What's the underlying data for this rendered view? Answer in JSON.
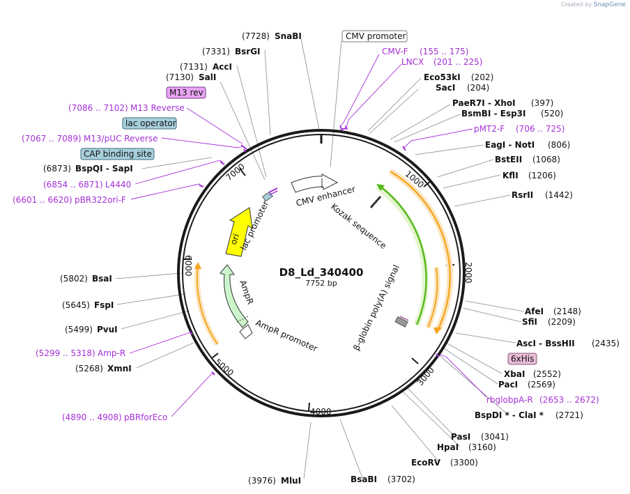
{
  "credit": {
    "prefix": "Created by",
    "brand": "SnapGene"
  },
  "plasmid": {
    "name": "D8_Ld_340400",
    "length": "7752 bp",
    "total_bp": 7752
  },
  "ticks": [
    "1000",
    "2000",
    "3000",
    "4000",
    "5000",
    "6000",
    "7000"
  ],
  "enzymes": [
    {
      "name": "SnaBI",
      "pos": "(7728)"
    },
    {
      "name": "BsrGI",
      "pos": "(7331)"
    },
    {
      "name": "AccI",
      "pos": "(7131)"
    },
    {
      "name": "SalI",
      "pos": "(7130)"
    },
    {
      "name": "Eco53kI",
      "pos": "(202)"
    },
    {
      "name": "SacI",
      "pos": "(204)"
    },
    {
      "name": "PaeR7I - XhoI",
      "pos": "(397)"
    },
    {
      "name": "BsmBI - Esp3I",
      "pos": "(520)"
    },
    {
      "name": "EagI - NotI",
      "pos": "(806)"
    },
    {
      "name": "BstEII",
      "pos": "(1068)"
    },
    {
      "name": "KflI",
      "pos": "(1206)"
    },
    {
      "name": "RsrII",
      "pos": "(1442)"
    },
    {
      "name": "AfeI",
      "pos": "(2148)"
    },
    {
      "name": "SfiI",
      "pos": "(2209)"
    },
    {
      "name": "AscI - BssHII",
      "pos": "(2435)"
    },
    {
      "name": "XbaI",
      "pos": "(2552)"
    },
    {
      "name": "PacI",
      "pos": "(2569)"
    },
    {
      "name": "BspDI * - ClaI *",
      "pos": "(2721)"
    },
    {
      "name": "PasI",
      "pos": "(3041)"
    },
    {
      "name": "HpaI",
      "pos": "(3160)"
    },
    {
      "name": "EcoRV",
      "pos": "(3300)"
    },
    {
      "name": "BsaBI",
      "pos": "(3702)"
    },
    {
      "name": "MluI",
      "pos": "(3976)"
    },
    {
      "name": "XmnI",
      "pos": "(5268)"
    },
    {
      "name": "PvuI",
      "pos": "(5499)"
    },
    {
      "name": "FspI",
      "pos": "(5645)"
    },
    {
      "name": "BsaI",
      "pos": "(5802)"
    },
    {
      "name": "BspQI - SapI",
      "pos": "(6873)"
    }
  ],
  "primers": [
    {
      "name": "CMV-F",
      "range": "(155 .. 175)"
    },
    {
      "name": "LNCX",
      "range": "(201 .. 225)"
    },
    {
      "name": "pMT2-F",
      "range": "(706 .. 725)"
    },
    {
      "name": "rbglobpA-R",
      "range": "(2653 .. 2672)"
    },
    {
      "name": "pBRforEco",
      "range": "(4890 .. 4908)"
    },
    {
      "name": "Amp-R",
      "range": "(5299 .. 5318)"
    },
    {
      "name": "pBR322ori-F",
      "range": "(6601 .. 6620)"
    },
    {
      "name": "L4440",
      "range": "(6854 .. 6871)"
    },
    {
      "name": "M13/pUC Reverse",
      "range": "(7067 .. 7089)"
    },
    {
      "name": "M13 Reverse",
      "range": "(7086 .. 7102)"
    }
  ],
  "boxed_features": [
    {
      "name": "CMV promoter",
      "color": "#ffffff"
    },
    {
      "name": "M13 rev",
      "color": "#e8a4f2"
    },
    {
      "name": "lac operator",
      "color": "#a7cfdb"
    },
    {
      "name": "CAP binding site",
      "color": "#a7cfdb"
    },
    {
      "name": "6xHis",
      "color": "#e8bcd8"
    }
  ],
  "inner_labels": {
    "cmv_enhancer": "CMV enhancer",
    "kozak": "Kozak sequence",
    "lac_promoter": "lac promoter",
    "ori": "ori",
    "ampr": "AmpR",
    "ampr_promoter": "AmpR promoter",
    "polya": "β-globin poly(A) signal"
  },
  "colors": {
    "backbone": "#1a1a1a",
    "primer": "#a42fd6",
    "ori": "#ffff00",
    "ampr": "#ccf5cc",
    "orf_orange": "#f5a623",
    "orf_orange_bg": "#fbe6c2",
    "green_arrow": "#55b81b",
    "green_arrow_bg": "#e4f5cf"
  }
}
